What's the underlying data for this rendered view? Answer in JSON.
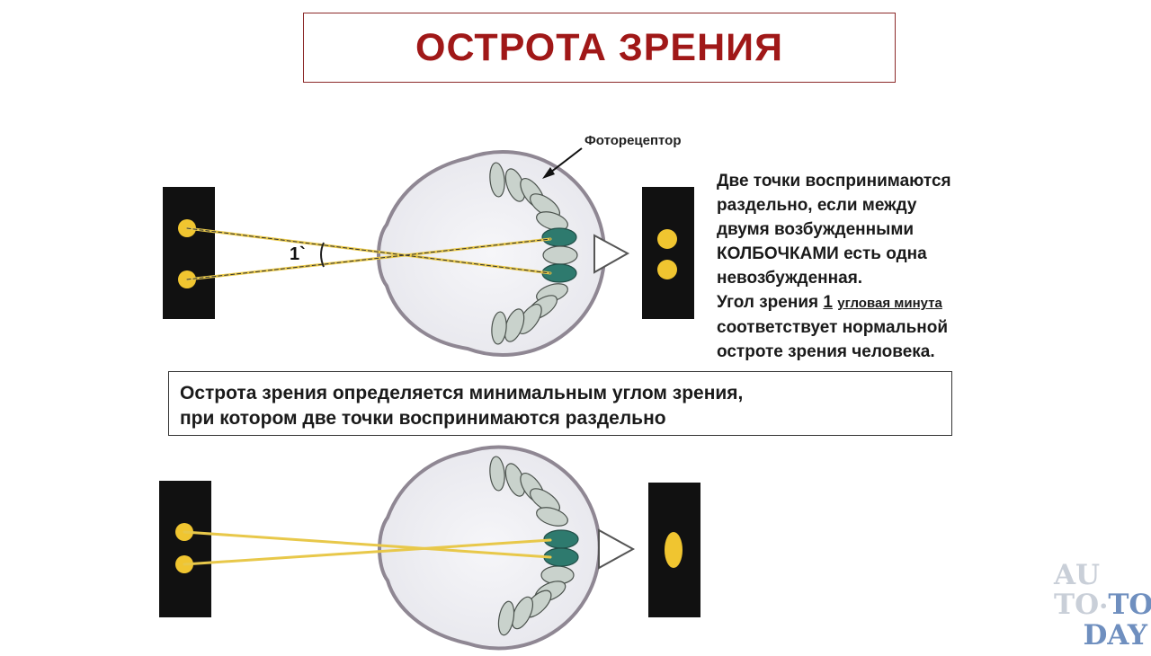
{
  "title": "ОСТРОТА ЗРЕНИЯ",
  "photoreceptor_label": "Фоторецептор",
  "angle_label": "1`",
  "explanation": {
    "line1": "Две точки воспринимаются",
    "line2": "раздельно, если между",
    "line3": "двумя возбужденными",
    "line4": "КОЛБОЧКАМИ есть одна",
    "line5": "невозбужденная.",
    "line6_prefix": "Угол зрения ",
    "line6_number": "1",
    "line6_unit": "угловая минута",
    "line7": "соответствует нормальной",
    "line8": "остроте зрения человека."
  },
  "definition": {
    "line1": "Острота зрения определяется минимальным углом зрения,",
    "line2": "при котором две точки воспринимаются раздельно"
  },
  "watermark": {
    "line1": "AU",
    "line2_a": "TO",
    "line2_sep": "•",
    "line2_b": "TO",
    "line3": "DAY"
  },
  "colors": {
    "title": "#a01818",
    "point": "#f0c530",
    "ray": "#e8c84a",
    "excited_cone": "#2e7a6e",
    "cone": "#c9d2cc",
    "eye_fill": "#f1f1f4",
    "eye_outline": "#8f8793",
    "panel": "#111111"
  }
}
